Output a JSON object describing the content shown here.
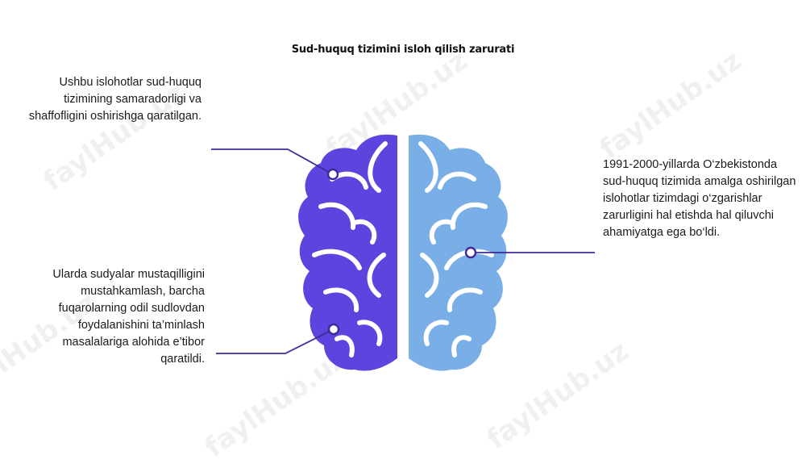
{
  "title": "Sud-huquq tizimini isloh qilish zarurati",
  "notes": {
    "top_left": "Ushbu islohotlar sud-huquq tizimining samaradorligi va shaffofligini oshirishga qaratilgan.",
    "bottom_left": "Ularda sudyalar mustaqilligini mustahkamlash, barcha fuqarolarning odil sudlovdan foydalanishini ta’minlash masalalariga alohida e’tibor qaratildi.",
    "right": "1991-2000-yillarda O‘zbekistonda sud-huquq tizimida amalga oshirilgan islohotlar tizimdagi o‘zgarishlar zarurligini hal etishda hal qiluvchi ahamiyatga ega bo‘ldi."
  },
  "watermark": "faylHub.uz",
  "colors": {
    "left_hemisphere": "#5b45de",
    "right_hemisphere": "#79aee6",
    "connector": "#3e2a9a"
  }
}
